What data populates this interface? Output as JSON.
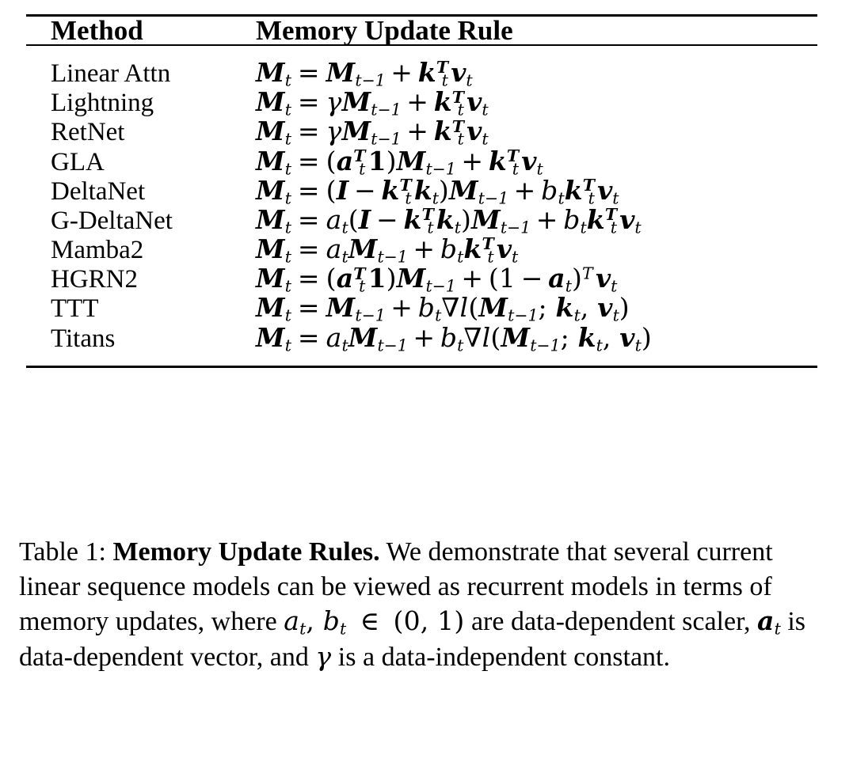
{
  "table": {
    "columns": [
      "Method",
      "Memory Update Rule"
    ],
    "rows": [
      {
        "method": "Linear Attn",
        "rule_text": "M_t = M_{t-1} + k_t^T v_t"
      },
      {
        "method": "Lightning",
        "rule_text": "M_t = γ M_{t-1} + k_t^T v_t"
      },
      {
        "method": "RetNet",
        "rule_text": "M_t = γ M_{t-1} + k_t^T v_t"
      },
      {
        "method": "GLA",
        "rule_text": "M_t = (a_t^T 1) M_{t-1} + k_t^T v_t"
      },
      {
        "method": "DeltaNet",
        "rule_text": "M_t = (I - k_t^T k_t) M_{t-1} + b_t k_t^T v_t"
      },
      {
        "method": "G-DeltaNet",
        "rule_text": "M_t = a_t (I - k_t^T k_t) M_{t-1} + b_t k_t^T v_t"
      },
      {
        "method": "Mamba2",
        "rule_text": "M_t = a_t M_{t-1} + b_t k_t^T v_t"
      },
      {
        "method": "HGRN2",
        "rule_text": "M_t = (a_t^T 1) M_{t-1} + (1 - a_t)^T v_t"
      },
      {
        "method": "TTT",
        "rule_text": "M_t = M_{t-1} + b_t ∇l(M_{t-1}; k_t, v_t)"
      },
      {
        "method": "Titans",
        "rule_text": "M_t = a_t M_{t-1} + b_t ∇l(M_{t-1}; k_t, v_t)"
      }
    ]
  },
  "caption": {
    "label": "Table 1:",
    "title": "Memory Update Rules.",
    "body_part_1": "We demonstrate that several current linear sequence models can be viewed as recurrent models in terms of memory updates, where",
    "body_part_2": "are data-dependent scaler,",
    "body_part_3": "is data-dependent vector, and",
    "body_part_4": "is a data-independent constant.",
    "math_scalars": "a_t, b_t ∈ (0,1)",
    "math_vector": "a_t",
    "math_constant": "γ"
  }
}
